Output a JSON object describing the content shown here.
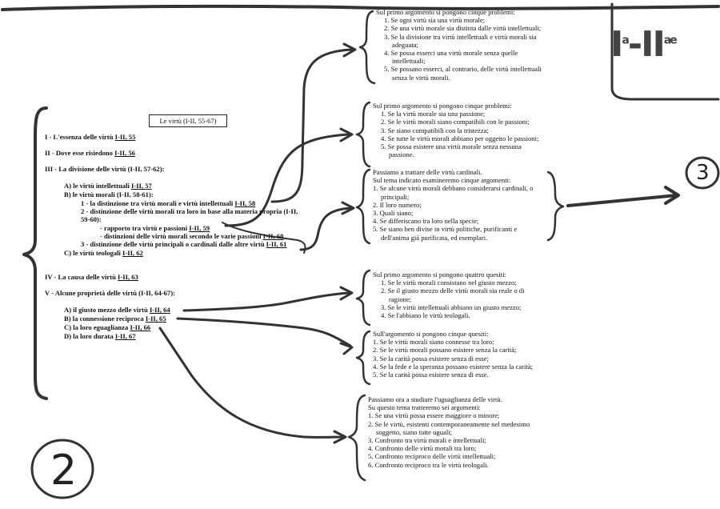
{
  "header": {
    "roman_label": "I",
    "roman_sep": "-",
    "roman_label2": "II",
    "sup_a": "a",
    "sup_ae": "ae"
  },
  "circle_numbers": {
    "right": "3",
    "bottom_left": "2"
  },
  "outline": {
    "title": "Le virtù (I-II, 55-67)",
    "items": [
      {
        "text": "I - L'essenza delle virtù ",
        "ref": "I-II, 55"
      },
      {
        "text": "II - Dove esse risiedono ",
        "ref": "I-II, 56"
      },
      {
        "text": "III - La divisione delle virtù (I-II, 57-62):",
        "ref": ""
      },
      {
        "text": "A) le virtù intellettuali ",
        "ref": "I-II, 57"
      },
      {
        "text": "B) le virtù morali (I-II, 58-61):",
        "ref": ""
      },
      {
        "text": "1 - la distinzione tra virtù morali e virtù intellettuali ",
        "ref": "I-II, 58"
      },
      {
        "text": "2 - distinzione delle virtù morali tra loro in base alla materia propria (I-II,",
        "ref": ""
      },
      {
        "text": "59-60):",
        "ref": ""
      },
      {
        "text": "- rapporto tra virtù e passioni ",
        "ref": "I-II, 59"
      },
      {
        "text": "- distinzioni delle virtù morali secondo le varie passioni ",
        "ref": "I-II, 60"
      },
      {
        "text": "3 - distinzione delle virtù principali o cardinali dalle altre virtù ",
        "ref": "I-II, 61"
      },
      {
        "text": "C) le virtù teologali ",
        "ref": "I-II, 62"
      },
      {
        "text": "IV - La causa delle virtù ",
        "ref": "I-II, 63"
      },
      {
        "text": "V - Alcune proprietà delle virtù (I-II, 64-67):",
        "ref": ""
      },
      {
        "text": "A) il giusto mezzo delle virtù ",
        "ref": "I-II, 64"
      },
      {
        "text": "B) la connessione reciproca ",
        "ref": "I-II, 65"
      },
      {
        "text": "C) la loro eguaglianza ",
        "ref": "I-II, 66"
      },
      {
        "text": "D) la loro durata ",
        "ref": "I-II, 67"
      }
    ]
  },
  "boxes": [
    {
      "lines": [
        "Sul primo argomento si pongono cinque problemi:",
        "1. Se ogni virtù sia una virtù morale;",
        "2. Se una virtù morale sia distinta dalle virtù intellettuali;",
        "3. Se la divisione tra virtù intellettuali e virtù morali sia",
        "adeguata;",
        "4. Se possa esserci una virtù morale senza quelle",
        "intellettuali;",
        "5. Se possano esserci, al contrario, delle virtù intellettuali",
        "senza le virtù morali."
      ]
    },
    {
      "lines": [
        "Sul primo argomento si pongono cinque problemi:",
        "1. Se la virtù morale sia una passione;",
        "2. Se le virtù morali siano compatibili con le passioni;",
        "3. Se siano compatibili con la tristezza;",
        "4. Se tutte le virtù morali abbiano per oggetto le passioni;",
        "5. Se possa esistere una virtù morale senza nessuna",
        "passione."
      ]
    },
    {
      "lines": [
        "Passiamo a trattare delle virtù cardinali.",
        "Sul tema indicato esamineremo cinque argomenti:",
        "1. Se alcune virtù morali debbano considerarsi cardinali, o",
        "principali;",
        "2. Il loro numero;",
        "3. Quali siano;",
        "4. Se differiscano tra loro nella specie;",
        "5. Se siano ben divise in virtù politiche, purificanti e",
        "dell'anima già purificata, ed esemplari."
      ]
    },
    {
      "lines": [
        "Sul primo argomento si pongono quattro quesiti:",
        "1. Se le virtù morali consistano nel giusto mezzo;",
        "2. Se il giusto mezzo delle virtù morali sia reale o di",
        "ragione;",
        "3. Se le virtù intellettuali abbiano un giusto mezzo;",
        "4. Se l'abbiano le virtù teologali."
      ]
    },
    {
      "lines": [
        "Sull'argomento si pongono cinque quesiti:",
        "1. Se le virtù morali siano connesse tra loro;",
        "2. Se le virtù morali possano esistere senza la carità;",
        "3. Se la carità possa esistere senza di esse;",
        "4. Se la fede e la speranza possano esistere senza la carità;",
        "5. Se la carità possa esistere senza di esse."
      ]
    },
    {
      "lines": [
        "Passiamo ora a studiare l'uguaglianza delle virtù.",
        "Su questo tema tratteremo sei argomenti:",
        "1. Se una virtù possa essere maggiore o minore;",
        "2. Se le virtù, esistenti contemporaneamente nel medesimo",
        "soggetto, siano tutte uguali;",
        "3. Confronto tra virtù morali e intellettuali;",
        "4. Confronto delle virtù morali tra loro;",
        "5. Confronto reciproco delle virtù intellettuali;",
        "6. Confronto reciproco tra le virtù teologali."
      ]
    }
  ]
}
